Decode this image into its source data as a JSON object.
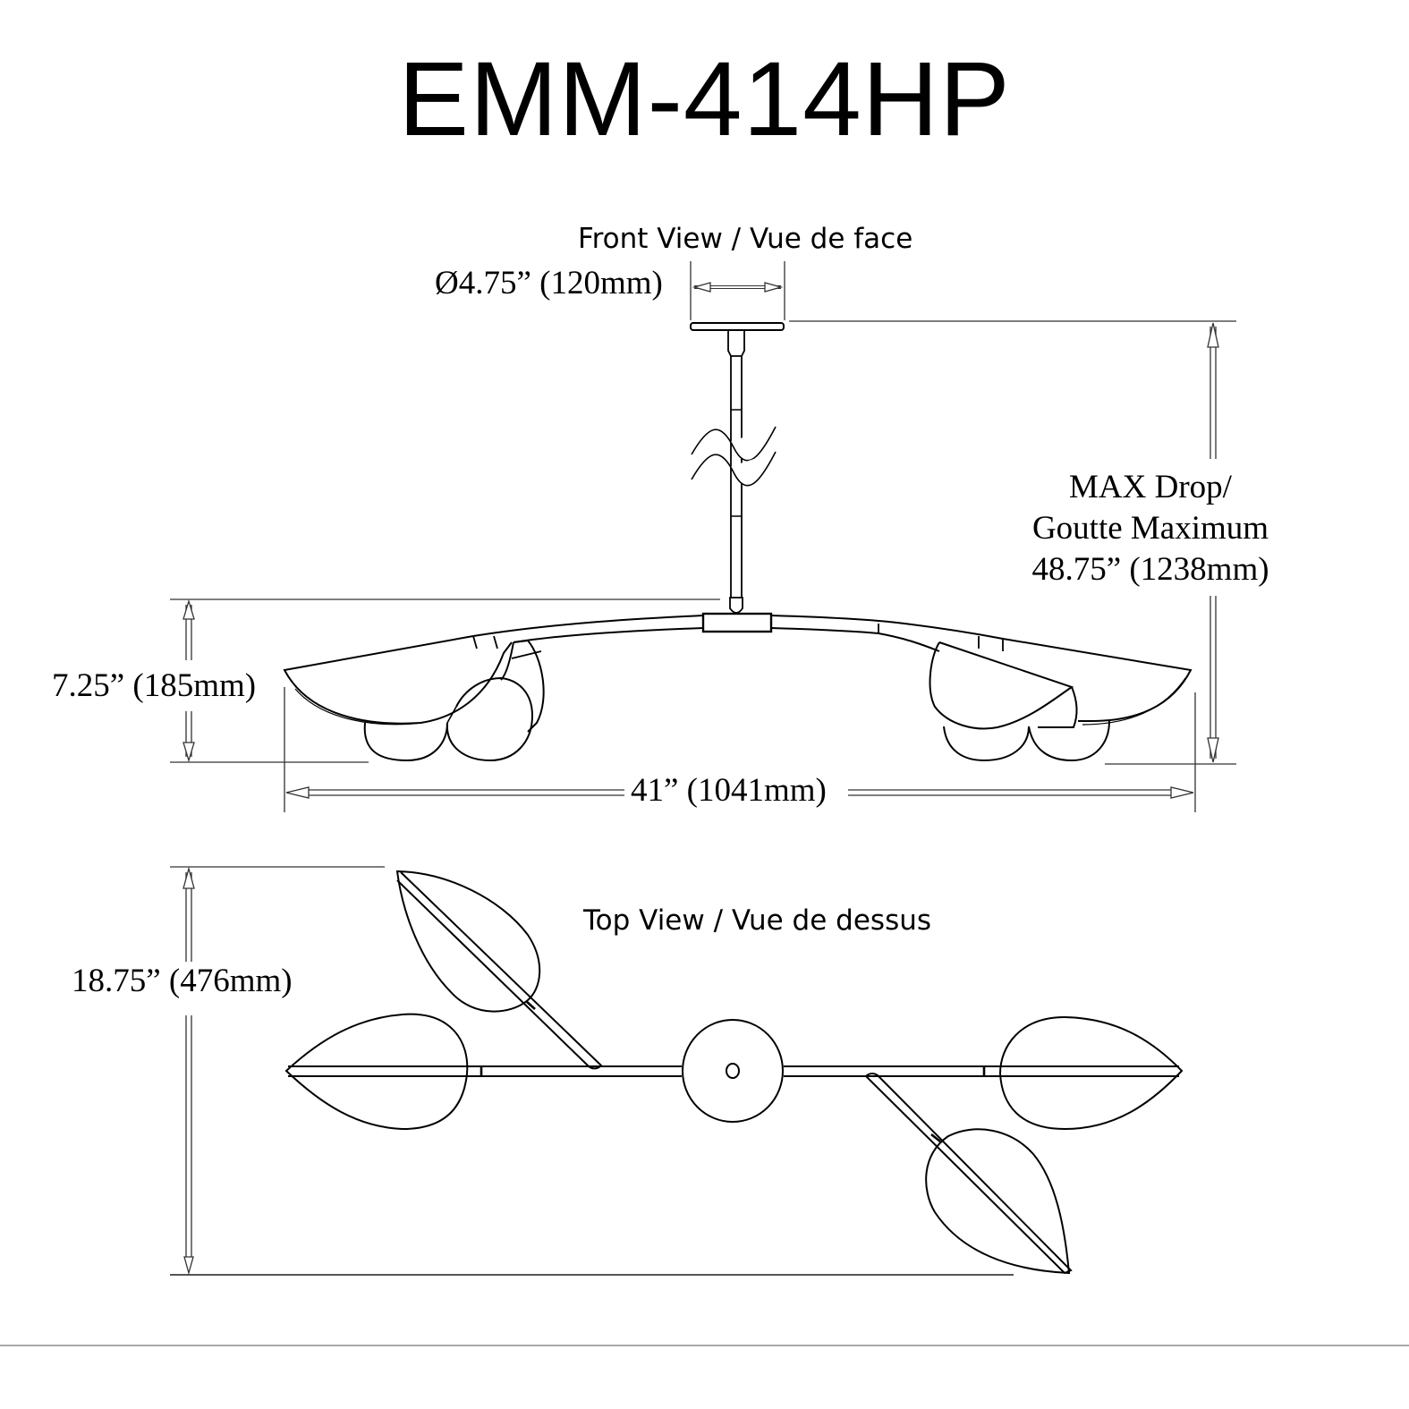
{
  "title": "EMM-414HP",
  "front_view": {
    "label": "Front View / Vue de face",
    "canopy_diameter": "Ø4.75” (120mm)",
    "max_drop": {
      "line1": "MAX Drop/",
      "line2": "Goutte Maximum",
      "line3": "48.75” (1238mm)"
    },
    "height": "7.25” (185mm)",
    "width": "41” (1041mm)"
  },
  "top_view": {
    "label": "Top View / Vue de dessus",
    "depth": "18.75” (476mm)"
  },
  "colors": {
    "line": "#000000",
    "dimension_line": "#333333",
    "rule": "#a8a8a8",
    "background": "#ffffff"
  }
}
